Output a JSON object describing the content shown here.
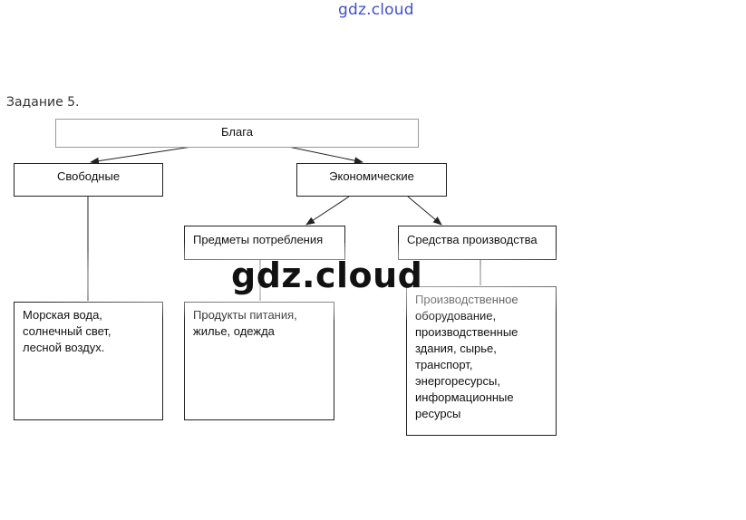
{
  "watermark_top": "gdz.cloud",
  "watermark_main": "gdz.cloud",
  "task_title": "Задание 5.",
  "nodes": {
    "root": "Блага",
    "free": "Свободные",
    "economic": "Экономические",
    "consumer_goods": "Предметы потребления",
    "means_of_production": "Средства производства",
    "free_examples": [
      "Морская вода,",
      "солнечный свет,",
      "лесной воздух."
    ],
    "consumer_examples": [
      "Продукты питания,",
      "жилье, одежда"
    ],
    "production_examples": [
      "Производственное",
      "оборудование,",
      "производственные",
      "здания, сырье,",
      "транспорт,",
      "энергоресурсы,",
      "информационные",
      "ресурсы"
    ]
  }
}
